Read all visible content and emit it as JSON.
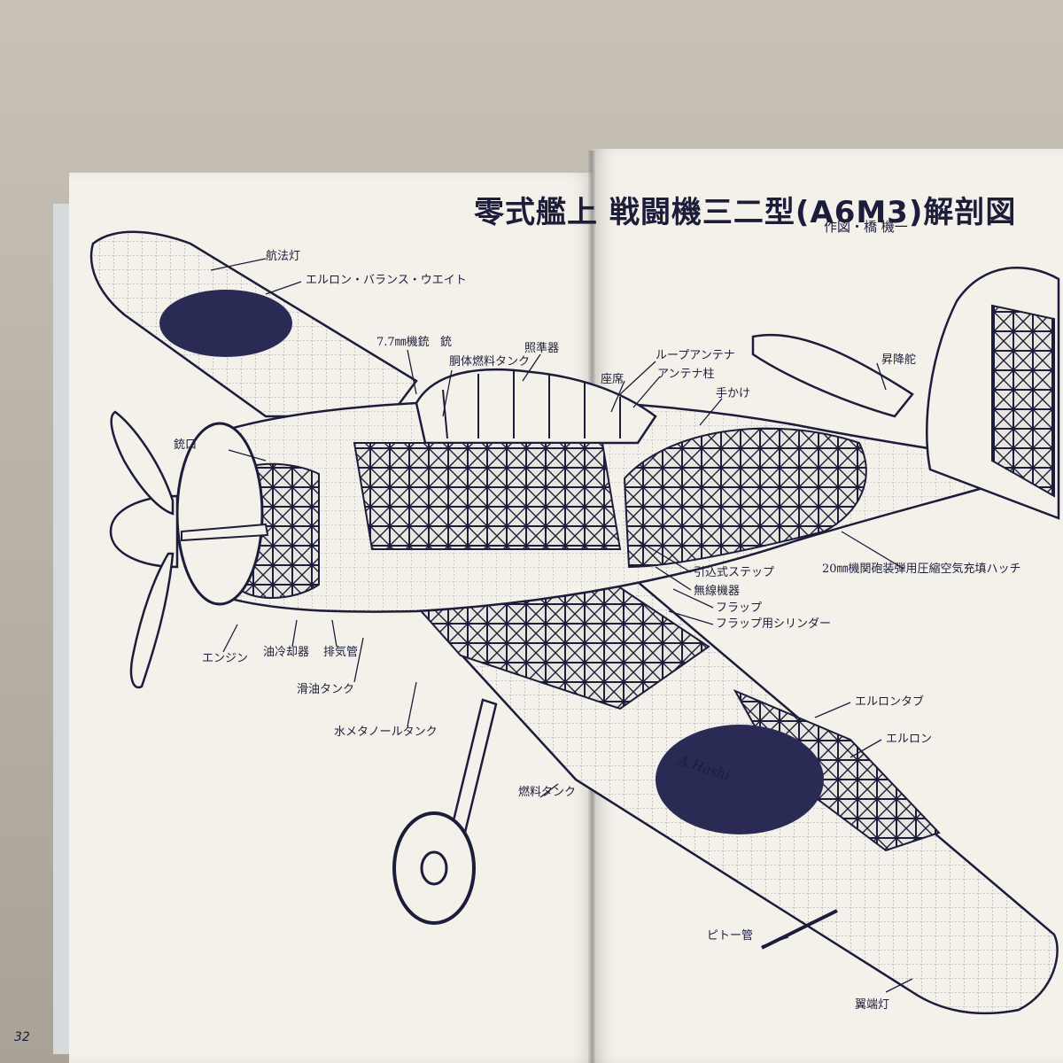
{
  "header": {
    "title": "零式艦上 戦闘機三二型(A6M3)解剖図",
    "credit": "作図・橋 機一"
  },
  "page_number": "32",
  "signature": "A.Hashi",
  "colors": {
    "ink": "#1c1d3a",
    "paper": "#f4f1ea",
    "hinomaru": "#2a2b55"
  },
  "callouts": {
    "navigation_light": "航法灯",
    "aileron_balance_weight": "エルロン・バランス・ウエイト",
    "machine_gun_7_7": "7.7㎜機銃",
    "gun": "銃",
    "fuselage_fuel_tank": "胴体燃料タンク",
    "gunsight": "照準器",
    "loop_antenna": "ループアンテナ",
    "antenna_mast": "アンテナ柱",
    "seat": "座席",
    "elevator": "昇降舵",
    "handhold": "手かけ",
    "gun_port": "銃口",
    "retractable_step": "引込式ステップ",
    "cannon_air_hatch": "20㎜機関砲装弾用圧縮空気充填ハッチ",
    "radio_equipment": "無線機器",
    "flap": "フラップ",
    "flap_cylinder": "フラップ用シリンダー",
    "engine": "エンジン",
    "oil_cooler": "油冷却器",
    "exhaust_pipe": "排気管",
    "oil_tank": "滑油タンク",
    "water_methanol_tank": "水メタノールタンク",
    "aileron_tab": "エルロンタブ",
    "aileron": "エルロン",
    "fuel_tank": "燃料タンク",
    "pitot_tube": "ピトー管",
    "wingtip_light": "翼端灯"
  }
}
